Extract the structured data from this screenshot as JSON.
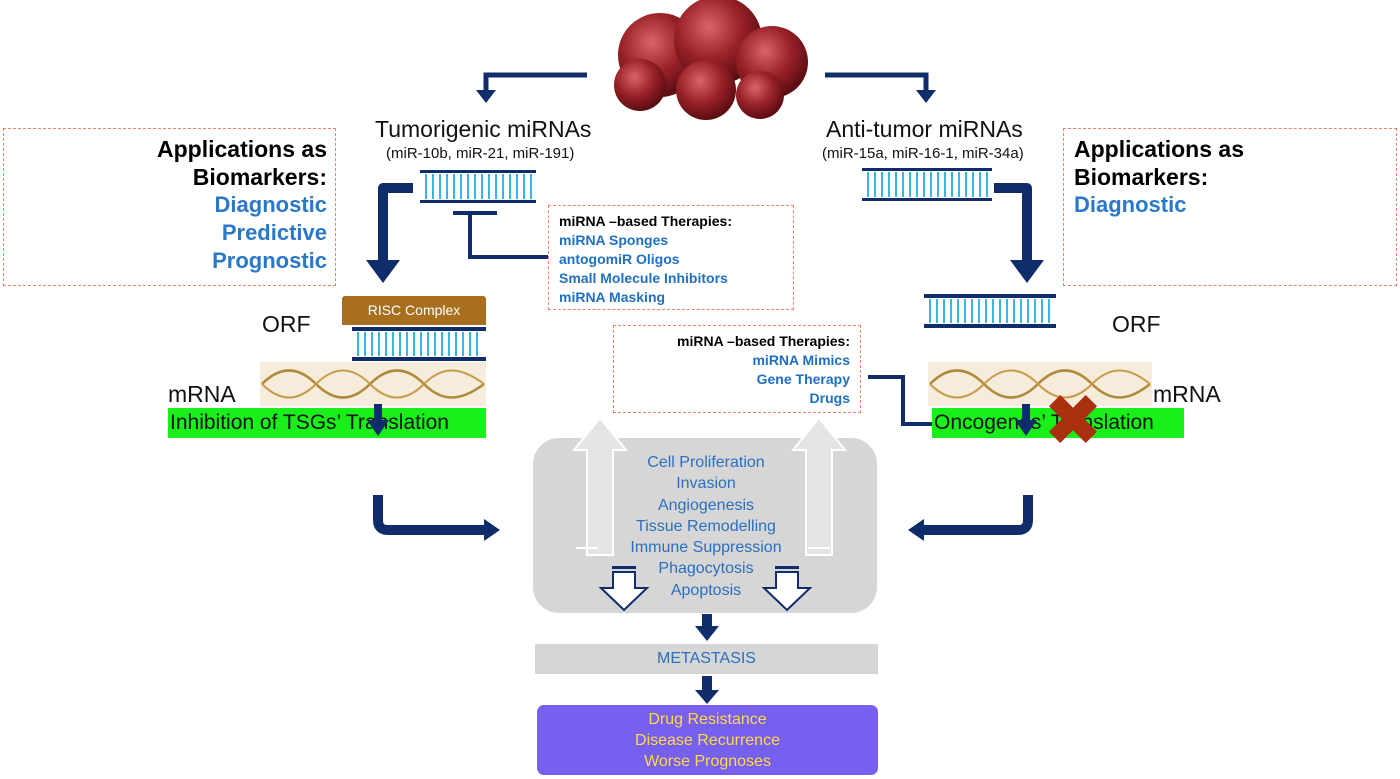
{
  "left": {
    "title": "Tumorigenic miRNAs",
    "members": "(miR-10b, miR-21, miR-191)",
    "biomarkers_head": [
      "Applications as",
      "Biomarkers:"
    ],
    "biomarkers_items": [
      "Diagnostic",
      "Predictive",
      "Prognostic"
    ],
    "orf": "ORF",
    "mrna": "mRNA",
    "risc": "RISC Complex",
    "inhibition": "Inhibition of TSGs’ Translation",
    "therapies_head": "miRNA –based Therapies:",
    "therapies": [
      "miRNA Sponges",
      "antogomiR Oligos",
      "Small Molecule Inhibitors",
      "miRNA Masking"
    ]
  },
  "right": {
    "title": "Anti-tumor miRNAs",
    "members": "(miR-15a, miR-16-1, miR-34a)",
    "biomarkers_head": [
      "Applications as",
      "Biomarkers:"
    ],
    "biomarkers_items": [
      "Diagnostic"
    ],
    "orf": "ORF",
    "mrna": "mRNA",
    "translation": "Oncogenes’ Translation",
    "therapies_head": "miRNA –based Therapies:",
    "therapies": [
      "miRNA Mimics",
      "Gene Therapy",
      "Drugs"
    ]
  },
  "center": {
    "effects": [
      "Cell Proliferation",
      "Invasion",
      "Angiogenesis",
      "Tissue Remodelling",
      "Immune Suppression",
      "Phagocytosis",
      "Apoptosis"
    ],
    "metastasis": "METASTASIS",
    "outcomes": [
      "Drug Resistance",
      "Disease Recurrence",
      "Worse Prognoses"
    ]
  },
  "colors": {
    "arrow": "#0f2c6b",
    "accent_blue": "#2a78c8",
    "green_bar": "#19f019",
    "risc": "#a8701e",
    "tumor": "#8c1c22",
    "outcome_bg": "#7660f0",
    "outcome_text": "#ffd84a"
  }
}
